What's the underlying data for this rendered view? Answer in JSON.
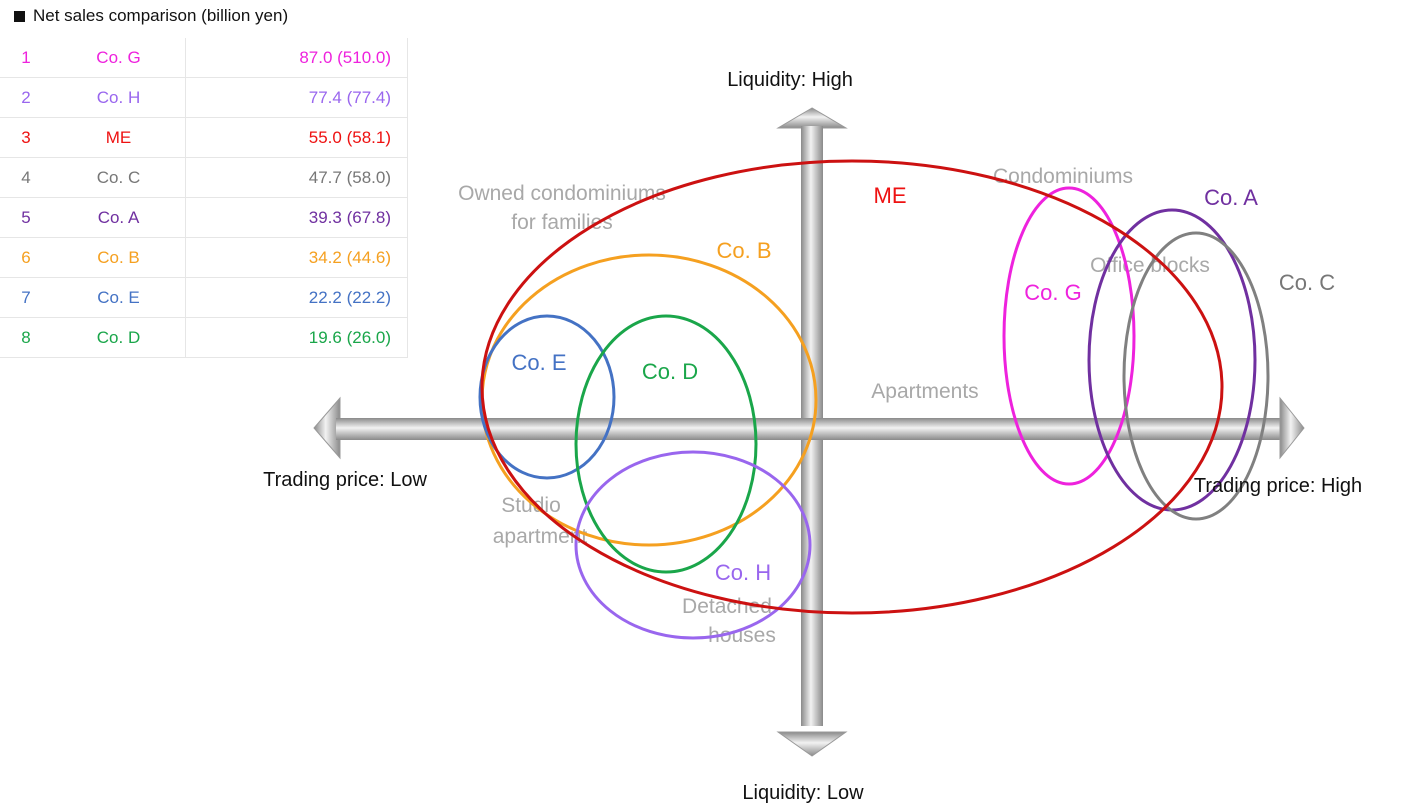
{
  "table": {
    "title": "Net sales comparison (billion yen)",
    "rows": [
      {
        "rank": "1",
        "company": "Co. G",
        "value": "87.0 (510.0)",
        "color": "#ee22dd"
      },
      {
        "rank": "2",
        "company": "Co. H",
        "value": "77.4 (77.4)",
        "color": "#9966ee"
      },
      {
        "rank": "3",
        "company": "ME",
        "value": "55.0 (58.1)",
        "color": "#ee1111"
      },
      {
        "rank": "4",
        "company": "Co. C",
        "value": "47.7 (58.0)",
        "color": "#777777"
      },
      {
        "rank": "5",
        "company": "Co. A",
        "value": "39.3 (67.8)",
        "color": "#7030a0"
      },
      {
        "rank": "6",
        "company": "Co. B",
        "value": "34.2 (44.6)",
        "color": "#f5a020"
      },
      {
        "rank": "7",
        "company": "Co. E",
        "value": "22.2 (22.2)",
        "color": "#4472c4"
      },
      {
        "rank": "8",
        "company": "Co. D",
        "value": "19.6 (26.0)",
        "color": "#1aa64a"
      }
    ]
  },
  "axes": {
    "top": "Liquidity: High",
    "bottom": "Liquidity: Low",
    "left": "Trading price: Low",
    "right": "Trading price: High"
  },
  "segments": {
    "owned_condo_1": "Owned condominiums",
    "owned_condo_2": "for families",
    "condominiums": "Condominiums",
    "office_blocks": "Office blocks",
    "apartments": "Apartments",
    "studio_1": "Studio",
    "studio_2": "apartment",
    "detached_1": "Detached",
    "detached_2": "houses"
  },
  "companies": {
    "me": "ME",
    "co_a": "Co. A",
    "co_b": "Co. B",
    "co_c": "Co. C",
    "co_d": "Co. D",
    "co_e": "Co. E",
    "co_g": "Co. G",
    "co_h": "Co. H"
  }
}
